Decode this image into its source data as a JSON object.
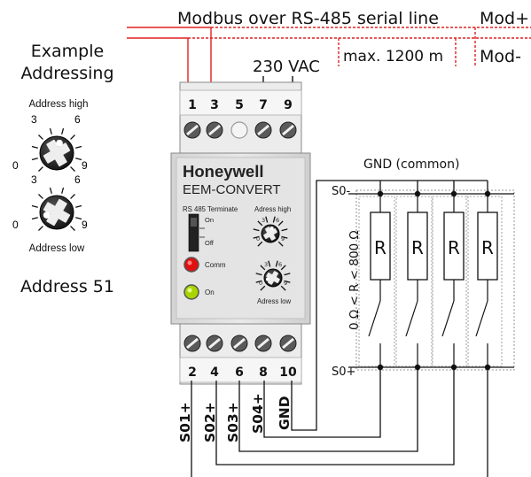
{
  "header": {
    "protocol_label": "Modbus over RS-485 serial line",
    "mod_plus": "Mod+",
    "mod_minus": "Mod-",
    "max_length": "max. 1200 m",
    "supply": "230 VAC"
  },
  "example": {
    "title_line1": "Example",
    "title_line2": "Addressing",
    "dial_high_label": "Address high",
    "dial_low_label": "Address low",
    "result": "Address 51",
    "dial_numbers": {
      "n0": "0",
      "n3": "3",
      "n6": "6",
      "n9": "9"
    },
    "address_high_value": 5,
    "address_low_value": 1
  },
  "device": {
    "brand": "Honeywell",
    "model": "EEM-CONVERT",
    "terminate_label": "RS 485 Terminate",
    "on_label": "On",
    "off_label": "Off",
    "comm_label": "Comm",
    "power_label": "On",
    "adress_high_label": "Adress high",
    "adress_low_label": "Adress low",
    "top_terminals": [
      "1",
      "3",
      "5",
      "7",
      "9"
    ],
    "bottom_terminals": [
      "2",
      "4",
      "6",
      "8",
      "10"
    ],
    "colors": {
      "comm_led": "#e01010",
      "power_led": "#a8d400",
      "wire_red": "#e02020"
    }
  },
  "inputs": {
    "gnd_common": "GND (common)",
    "s0_minus": "S0-",
    "s0_plus": "S0+",
    "resistor_label": "R",
    "resistance_range": "0 Ω < R < 800 Ω",
    "wire_labels": [
      "S01+",
      "S02+",
      "S03+",
      "S04+",
      "GND"
    ]
  }
}
